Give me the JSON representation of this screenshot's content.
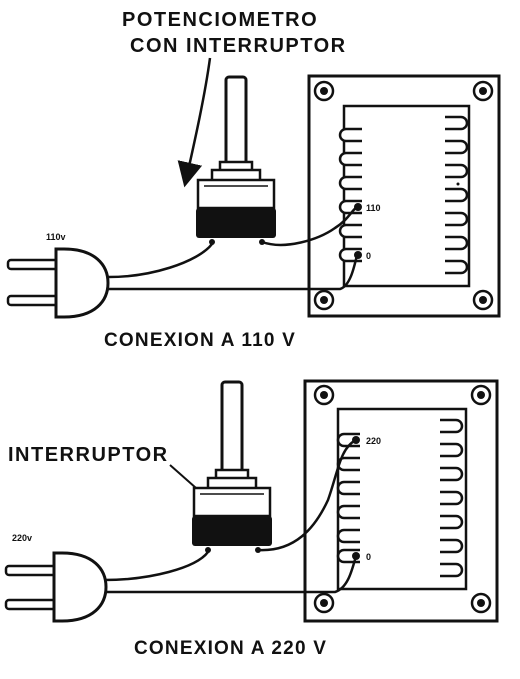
{
  "labels": {
    "pot_line1": "POTENCIOMETRO",
    "pot_line2": "CON INTERRUPTOR",
    "switch": "INTERRUPTOR"
  },
  "diagram_110": {
    "voltage": "110v",
    "tap_main": "110",
    "tap_zero": "0",
    "caption": "CONEXION A 110 V"
  },
  "diagram_220": {
    "voltage": "220v",
    "tap_main": "220",
    "tap_zero": "0",
    "caption": "CONEXION A 220 V"
  },
  "colors": {
    "ink": "#111111",
    "paper": "#ffffff"
  }
}
